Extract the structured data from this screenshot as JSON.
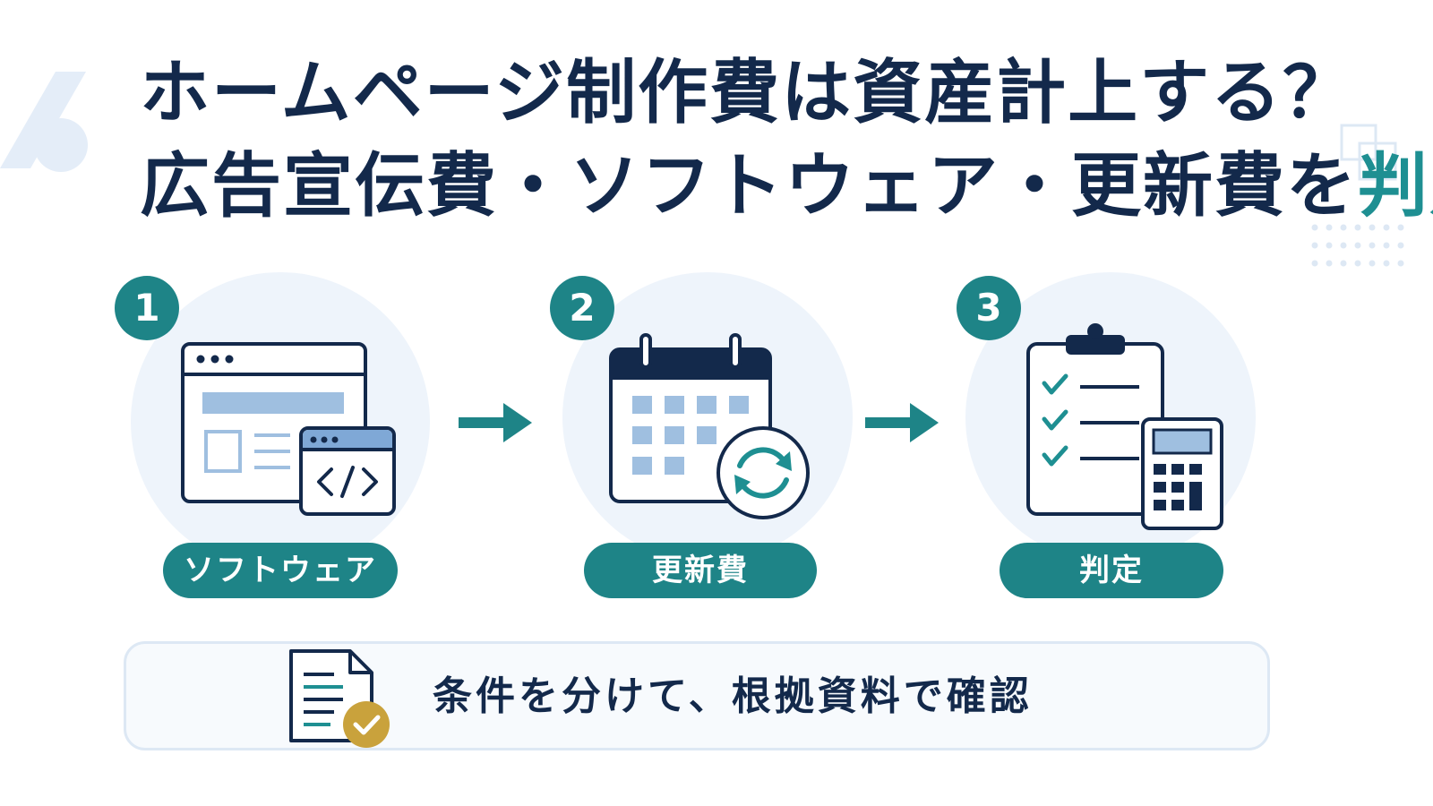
{
  "title": {
    "line1": "ホームページ制作費は資産計上する？",
    "line2_main": "広告宣伝費・ソフトウェア・更新費を",
    "line2_accent": "判定"
  },
  "steps": [
    {
      "number": "1",
      "label": "ソフトウェア",
      "icon": "web-code-icon"
    },
    {
      "number": "2",
      "label": "更新費",
      "icon": "calendar-refresh-icon"
    },
    {
      "number": "3",
      "label": "判定",
      "icon": "checklist-calculator-icon"
    }
  ],
  "note": {
    "text": "条件を分けて、根拠資料で確認",
    "icon": "document-check-icon"
  },
  "colors": {
    "navy": "#13294b",
    "teal": "#1e8487",
    "teal_accent": "#1e8f92",
    "light_blue": "#eef4fb",
    "gold": "#c9a23c"
  }
}
